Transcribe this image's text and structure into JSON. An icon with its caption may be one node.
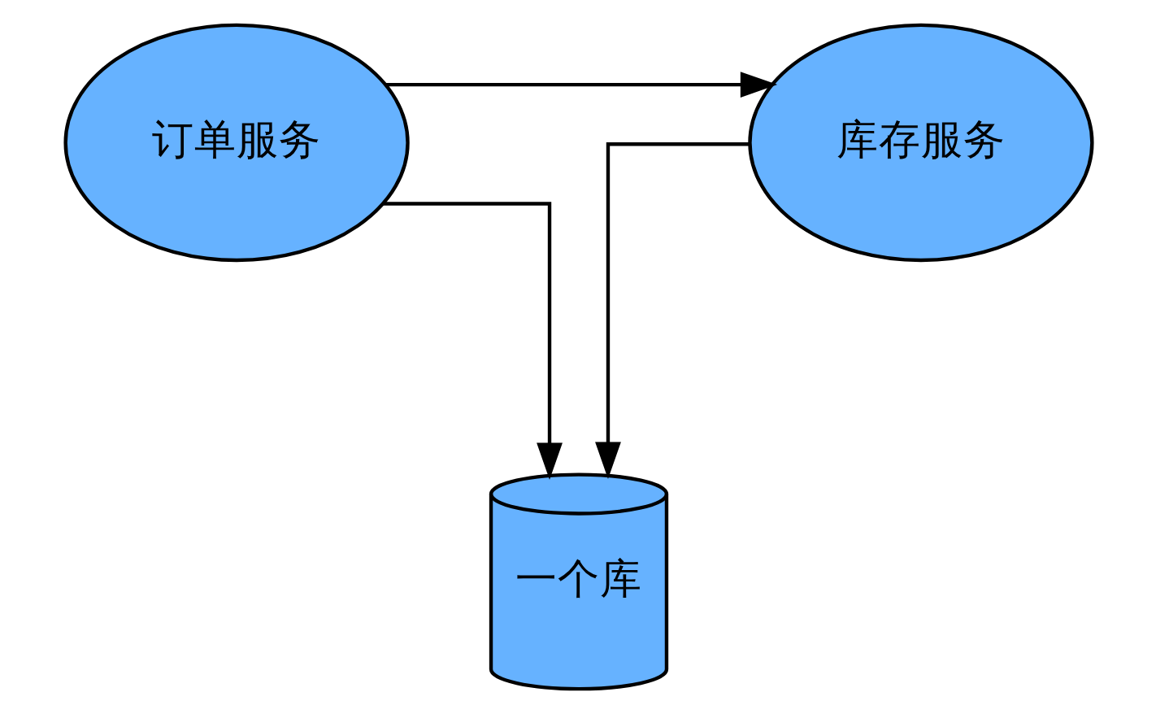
{
  "diagram": {
    "nodes": [
      {
        "text": [
          "订单服务"
        ]
      },
      {
        "text": [
          "库存服务"
        ]
      },
      {
        "text": [
          "一个库"
        ]
      }
    ],
    "edges": [
      {
        "from": 0,
        "to": 1,
        "arrow": "to"
      },
      {
        "from": 0,
        "to": 2,
        "arrow": "to"
      },
      {
        "from": 1,
        "to": 2,
        "arrow": "to"
      }
    ]
  }
}
